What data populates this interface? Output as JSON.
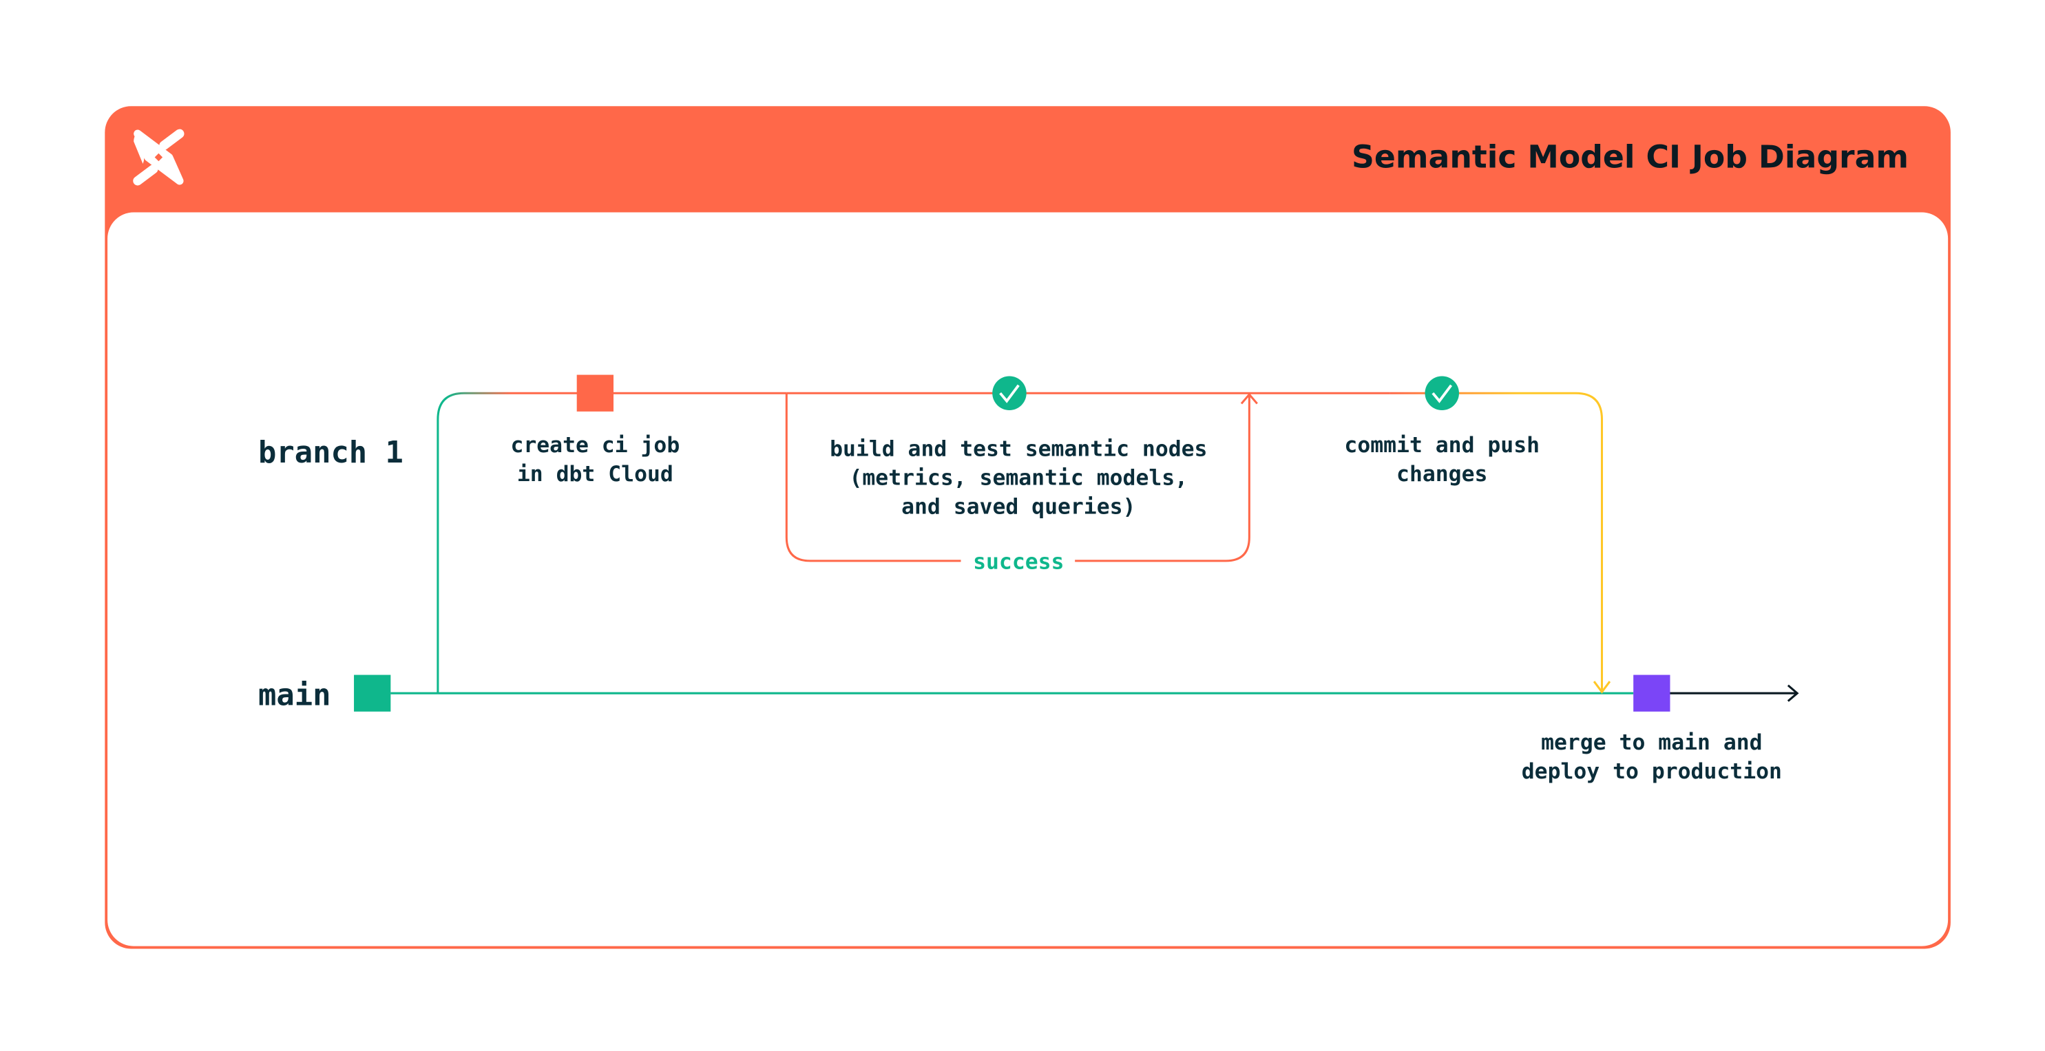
{
  "header": {
    "title": "Semantic Model CI Job Diagram",
    "logo": "dbt-logo"
  },
  "colors": {
    "accent": "#ff6849",
    "green": "#0fb78c",
    "yellow": "#ffc727",
    "purple": "#7b45f7",
    "text": "#0b2d3a"
  },
  "lanes": {
    "branch": "branch 1",
    "main": "main"
  },
  "steps": {
    "create": [
      "create ci job",
      "in dbt Cloud"
    ],
    "build": [
      "build and test semantic nodes",
      "(metrics, semantic models,",
      "and saved queries)"
    ],
    "success": "success",
    "commit": [
      "commit and push",
      "changes"
    ],
    "merge": [
      "merge to main and",
      "deploy to production"
    ]
  }
}
